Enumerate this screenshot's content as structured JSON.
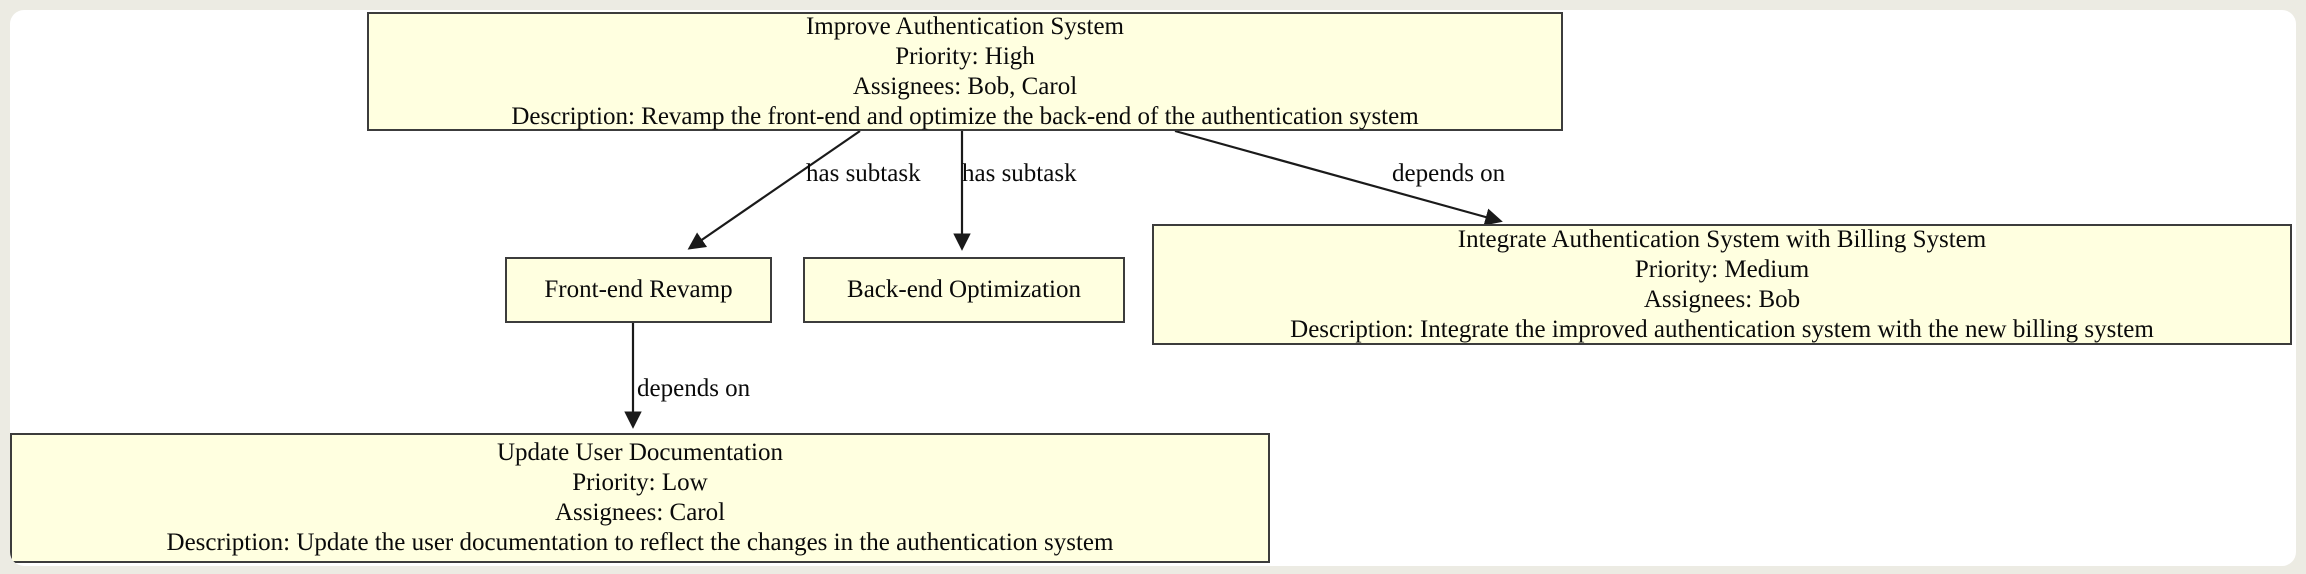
{
  "diagram": {
    "type": "task-dependency-graph",
    "background_color": "#ecebe3",
    "canvas_color": "#ffffff",
    "node_fill": "#ffffe0",
    "node_border": "#3c3c3c",
    "text_color": "#0a0a0a",
    "nodes": [
      {
        "id": "improve-authentication-system",
        "lines": [
          "Improve Authentication System",
          "Priority: High",
          "Assignees: Bob, Carol",
          "Description: Revamp the front-end and optimize the back-end of the authentication system"
        ],
        "title": "Improve Authentication System",
        "priority": "High",
        "assignees": "Bob, Carol",
        "description": "Revamp the front-end and optimize the back-end of the authentication system"
      },
      {
        "id": "front-end-revamp",
        "lines": [
          "Front-end Revamp"
        ],
        "title": "Front-end Revamp"
      },
      {
        "id": "back-end-optimization",
        "lines": [
          "Back-end Optimization"
        ],
        "title": "Back-end Optimization"
      },
      {
        "id": "integrate-authentication-system-with-billing-system",
        "lines": [
          "Integrate Authentication System with Billing System",
          "Priority: Medium",
          "Assignees: Bob",
          "Description: Integrate the improved authentication system with the new billing system"
        ],
        "title": "Integrate Authentication System with Billing System",
        "priority": "Medium",
        "assignees": "Bob",
        "description": "Integrate the improved authentication system with the new billing system"
      },
      {
        "id": "update-user-documentation",
        "lines": [
          "Update User Documentation",
          "Priority: Low",
          "Assignees: Carol",
          "Description: Update the user documentation to reflect the changes in the authentication system"
        ],
        "title": "Update User Documentation",
        "priority": "Low",
        "assignees": "Carol",
        "description": "Update the user documentation to reflect the changes in the authentication system"
      }
    ],
    "edges": [
      {
        "id": "edge-improve-to-front-end-revamp",
        "from": "improve-authentication-system",
        "to": "front-end-revamp",
        "label": "has subtask"
      },
      {
        "id": "edge-improve-to-back-end-optimization",
        "from": "improve-authentication-system",
        "to": "back-end-optimization",
        "label": "has subtask"
      },
      {
        "id": "edge-improve-to-integrate-billing",
        "from": "improve-authentication-system",
        "to": "integrate-authentication-system-with-billing-system",
        "label": "depends on"
      },
      {
        "id": "edge-front-end-revamp-to-update-user-documentation",
        "from": "front-end-revamp",
        "to": "update-user-documentation",
        "label": "depends on"
      }
    ]
  }
}
